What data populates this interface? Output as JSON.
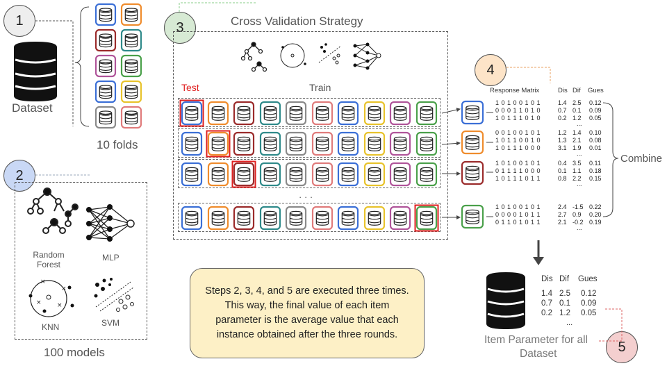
{
  "steps": {
    "s1": "1",
    "s2": "2",
    "s3": "3",
    "s4": "4",
    "s5": "5"
  },
  "dataset_label": "Dataset",
  "folds_label": "10 folds",
  "models_label": "100 models",
  "models": {
    "rf": "Random Forest",
    "mlp": "MLP",
    "knn": "KNN",
    "svm": "SVM"
  },
  "cv": {
    "title": "Cross Validation Strategy",
    "test": "Test",
    "train": "Train",
    "ellipsis": "· · ·"
  },
  "response": {
    "title": "Response Matrix",
    "col_dis": "Dis",
    "col_dif": "Dif",
    "col_gues": "Gues"
  },
  "groups": [
    {
      "rows": [
        [
          "1 0 1 0 0 1 0 1",
          "1.4",
          "2.5",
          "0.12"
        ],
        [
          "0 0 0 1 1 0 1 0",
          "0.7",
          "0.1",
          "0.09"
        ],
        [
          "1 0 1 1 1 0 1 0",
          "0.2",
          "1.2",
          "0.05"
        ]
      ]
    },
    {
      "rows": [
        [
          "0 0 1 0 0 1 0 1",
          "1.2",
          "1.4",
          "0.10"
        ],
        [
          "1 0 1 1 0 0 1 0",
          "1.3",
          "2.1",
          "0.08"
        ],
        [
          "1 0 1 1 1 0 0 0",
          "3.1",
          "1.9",
          "0.01"
        ]
      ]
    },
    {
      "rows": [
        [
          "1 0 1 0 0 1 0 1",
          "0.4",
          "3.5",
          "0.11"
        ],
        [
          "0 1 1 1 1 0 0 0",
          "0.1",
          "1.1",
          "0.18"
        ],
        [
          "1 0 1 1 1 0 1 1",
          "0.8",
          "2.2",
          "0.15"
        ]
      ]
    },
    {
      "rows": [
        [
          "1 0 1 0 0 1 0 1",
          "2.4",
          "-1.5",
          "0.22"
        ],
        [
          "0 0 0 0 1 0 1 1",
          "2.7",
          "0.9",
          "0.20"
        ],
        [
          "0 1 1 0 1 0 1 1",
          "2.1",
          "-0.2",
          "0.19"
        ]
      ]
    }
  ],
  "dots": "...",
  "combine_label": "Combine",
  "final": {
    "col_dis": "Dis",
    "col_dif": "Dif",
    "col_gues": "Gues",
    "rows": [
      [
        "1.4",
        "2.5",
        "0.12"
      ],
      [
        "0.7",
        "0.1",
        "0.09"
      ],
      [
        "0.2",
        "1.2",
        "0.05"
      ]
    ],
    "dots": "...",
    "caption_line1": "Item Parameter for all",
    "caption_line2": "Dataset"
  },
  "note": "Steps 2, 3, 4, and 5 are executed three times. This way, the final value of each item parameter is the average value that each instance obtained after the three rounds.",
  "colors": {
    "fold_palette": [
      "#3b6fd6",
      "#ef8c2d",
      "#9b2b2b",
      "#2f8a8a",
      "#8a8a8a",
      "#e07b7b",
      "#3b6fd6",
      "#e8c32c",
      "#b0559a",
      "#4aa04a"
    ],
    "test_highlight": "#e02020",
    "note_bg": "#fdf0c6",
    "circle1": "#eeeeee",
    "circle2": "#c9d8f5",
    "circle3": "#d7ead4",
    "circle4": "#fde4c8",
    "circle5": "#f4cfcf"
  }
}
